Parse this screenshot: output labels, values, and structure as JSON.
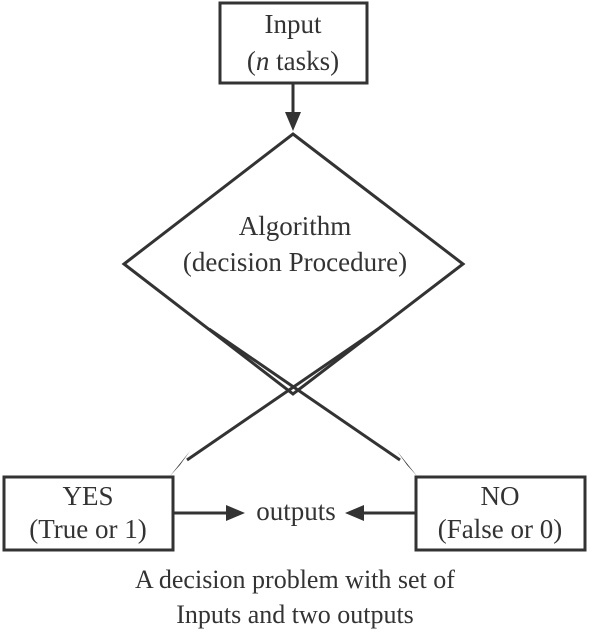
{
  "input_box": {
    "line1": "Input",
    "line2_var": "n",
    "line2_open": "(",
    "line2_rest": " tasks)"
  },
  "decision": {
    "line1": "Algorithm",
    "line2": "(decision Procedure)"
  },
  "yes_box": {
    "line1": "YES",
    "line2": "(True or 1)"
  },
  "no_box": {
    "line1": "NO",
    "line2": "(False or 0)"
  },
  "outputs_label": "outputs",
  "caption": {
    "line1": "A decision problem with set of",
    "line2": "Inputs and two outputs"
  },
  "colors": {
    "stroke": "#333333",
    "background": "#ffffff"
  }
}
